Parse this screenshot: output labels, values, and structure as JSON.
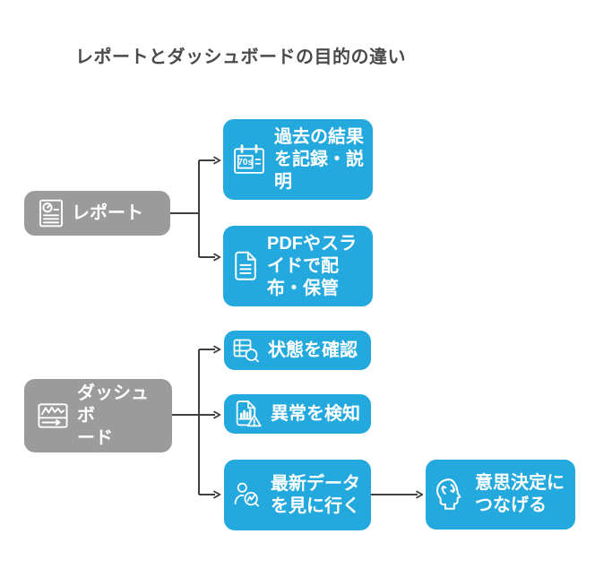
{
  "title": "レポートとダッシュボードの目的の違い",
  "colors": {
    "accent_blue": "#24A9DE",
    "gray_node": "#9B9B9B",
    "connector_line": "#3F3F3F",
    "title_text": "#4A4A4A",
    "node_text": "#FFFFFF"
  },
  "nodes": {
    "report": {
      "label": "レポート",
      "icon": "report-document-icon"
    },
    "report_children": [
      {
        "label": "過去の結果\nを記録・説\n明",
        "icon": "calendar-70s-icon",
        "icon_text": "70s"
      },
      {
        "label": "PDFやスラ\nイドで配\n布・保管",
        "icon": "document-icon"
      }
    ],
    "dashboard": {
      "label": "ダッシュボ\nード",
      "icon": "dashboard-icon"
    },
    "dashboard_children": [
      {
        "label": "状態を確認",
        "icon": "table-search-icon"
      },
      {
        "label": "異常を検知",
        "icon": "chart-warning-icon"
      },
      {
        "label": "最新データ\nを見に行く",
        "icon": "person-data-search-icon"
      }
    ],
    "outcome": {
      "label": "意思決定に\nつなげる",
      "icon": "head-decision-icon"
    }
  }
}
